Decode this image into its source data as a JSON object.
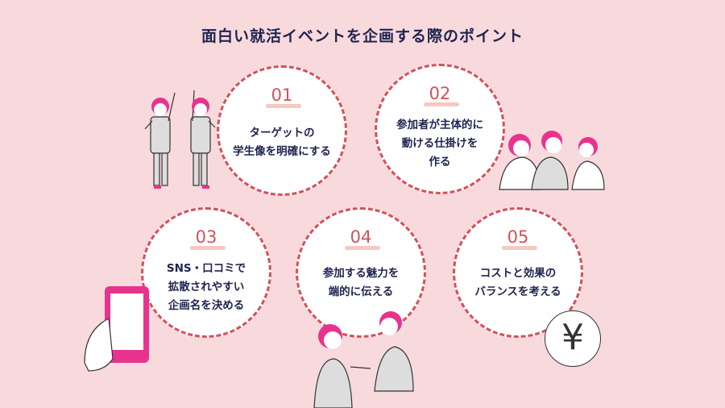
{
  "title": "面白い就活イベントを企画する際のポイント",
  "points": [
    {
      "number": "01",
      "text": "ターゲットの\n学生像を明確にする"
    },
    {
      "number": "02",
      "text": "参加者が主体的に\n動ける仕掛けを\n作る"
    },
    {
      "number": "03",
      "text": "SNS・口コミで\n拡散されやすい\n企画名を決める"
    },
    {
      "number": "04",
      "text": "参加する魅力を\n端的に伝える"
    },
    {
      "number": "05",
      "text": "コストと効果の\nバランスを考える"
    }
  ],
  "colors": {
    "background": "#f8dadd",
    "accent": "#d65059",
    "text": "#1f2350",
    "pink": "#e8338e"
  },
  "yen_symbol": "¥"
}
